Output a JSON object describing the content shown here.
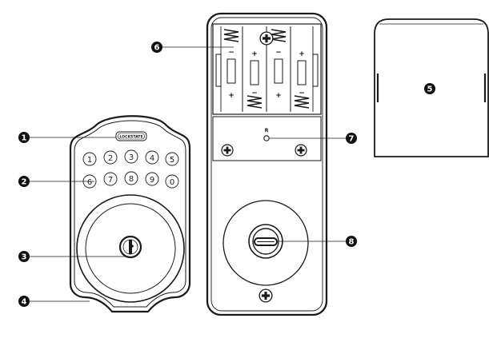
{
  "brand": "LOCKSTATE",
  "keypad_keys": [
    "1",
    "2",
    "3",
    "4",
    "5",
    "6",
    "7",
    "8",
    "9",
    "0"
  ],
  "battery_signs": {
    "minus": "−",
    "plus": "+"
  },
  "reset_label": "R",
  "callouts": [
    {
      "id": "1",
      "label": "1"
    },
    {
      "id": "2",
      "label": "2"
    },
    {
      "id": "3",
      "label": "3"
    },
    {
      "id": "4",
      "label": "4"
    },
    {
      "id": "5",
      "label": "5"
    },
    {
      "id": "6",
      "label": "6"
    },
    {
      "id": "7",
      "label": "7"
    },
    {
      "id": "8",
      "label": "8"
    }
  ],
  "colors": {
    "line": "#1a1a1a",
    "callout_fill": "#111111",
    "background": "#ffffff"
  }
}
